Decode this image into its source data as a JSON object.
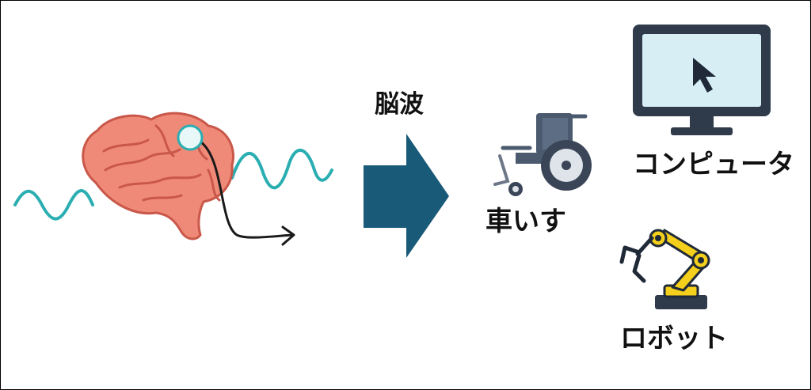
{
  "labels": {
    "brainwave": "脳波",
    "wheelchair": "車いす",
    "computer": "コンピュータ",
    "robot": "ロボット"
  },
  "icons": {
    "brain": "brain-icon",
    "electrode": "electrode-icon",
    "arrow": "right-arrow-icon",
    "wheelchair": "wheelchair-icon",
    "computer": "monitor-icon",
    "cursor": "cursor-icon",
    "robot": "robot-arm-icon"
  },
  "colors": {
    "brain": "#f08a78",
    "brain_outline": "#c9574a",
    "wave": "#2aaeb1",
    "arrow": "#185a78",
    "monitor_frame": "#2f3a4a",
    "monitor_screen": "#d6eef4",
    "robot": "#f4cf1b",
    "wheelchair": "#4b5a6e"
  }
}
